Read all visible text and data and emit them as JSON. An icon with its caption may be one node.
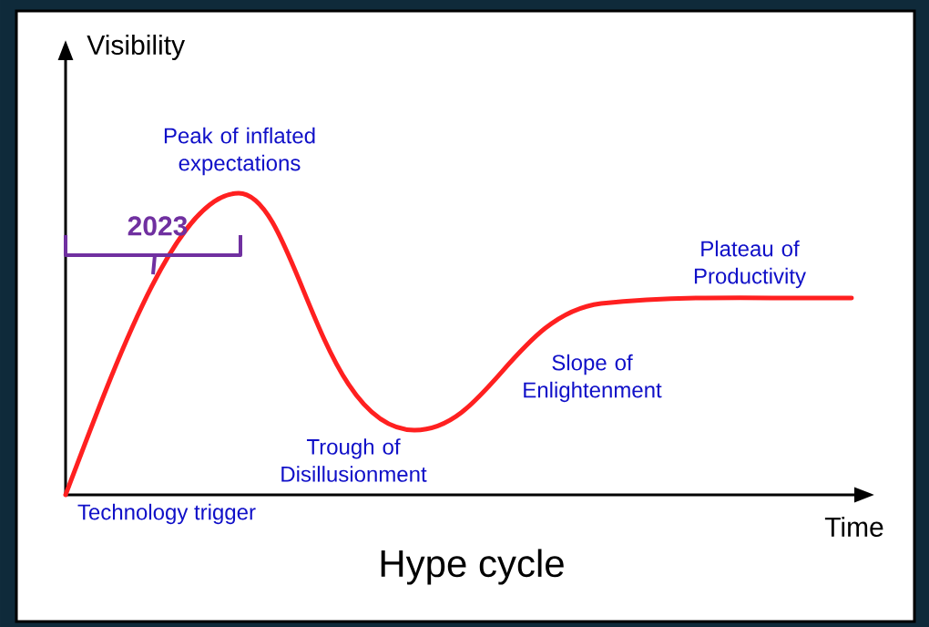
{
  "diagram": {
    "title": "Hype cycle",
    "labels": [
      "Visibility",
      "Peak of inflated expectations",
      "2023",
      "Plateau of Productivity",
      "Slope of Enlightenment",
      "Trough of Disillusionment",
      "Technology trigger",
      "Time"
    ]
  }
}
